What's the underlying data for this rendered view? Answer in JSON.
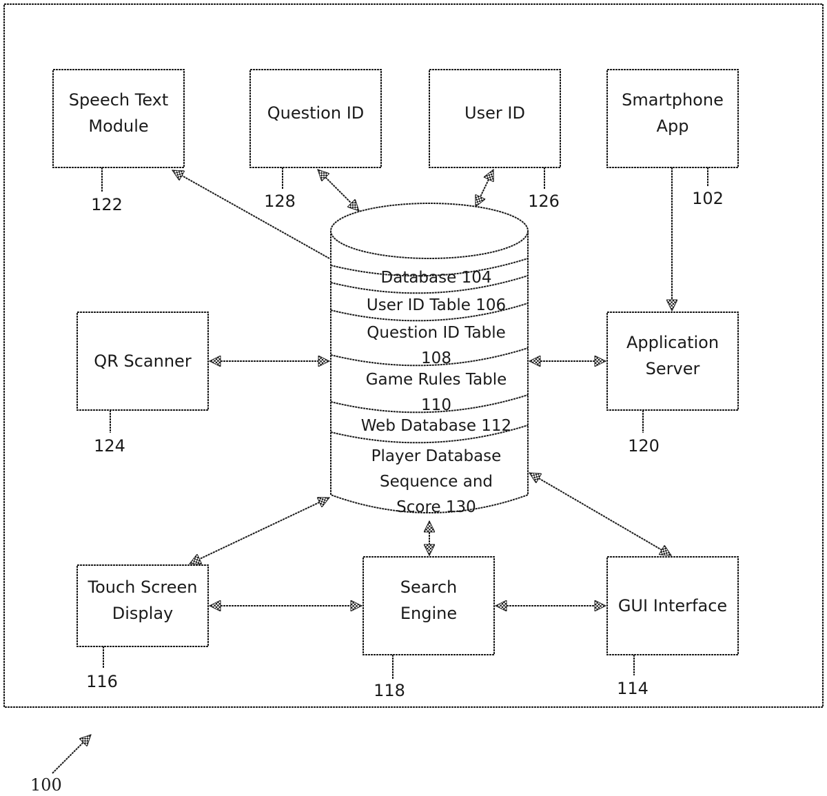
{
  "figure": {
    "reference": "100",
    "colors": {
      "stroke": "#1a1a1a",
      "background": "#ffffff"
    }
  },
  "database": {
    "ref": "104",
    "sections": [
      {
        "lines": [
          "Database 104"
        ]
      },
      {
        "lines": [
          "User ID Table  106"
        ]
      },
      {
        "lines": [
          "Question ID Table",
          "108"
        ]
      },
      {
        "lines": [
          "Game Rules Table",
          "110"
        ]
      },
      {
        "lines": [
          "Web Database 112"
        ]
      },
      {
        "lines": [
          "Player Database",
          "Sequence and",
          "Score 130"
        ]
      }
    ]
  },
  "boxes": [
    {
      "id": "speech",
      "lines": [
        "Speech Text",
        "Module"
      ],
      "ref": "122"
    },
    {
      "id": "question",
      "lines": [
        "Question ID"
      ],
      "ref": "128"
    },
    {
      "id": "user",
      "lines": [
        "User ID"
      ],
      "ref": "126"
    },
    {
      "id": "smartphone",
      "lines": [
        "Smartphone",
        "App"
      ],
      "ref": "102"
    },
    {
      "id": "qr",
      "lines": [
        "QR Scanner"
      ],
      "ref": "124"
    },
    {
      "id": "appserver",
      "lines": [
        "Application",
        "Server"
      ],
      "ref": "120"
    },
    {
      "id": "touch",
      "lines": [
        "Touch Screen",
        "Display"
      ],
      "ref": "116"
    },
    {
      "id": "search",
      "lines": [
        "Search",
        "Engine"
      ],
      "ref": "118"
    },
    {
      "id": "gui",
      "lines": [
        "GUI Interface"
      ],
      "ref": "114"
    }
  ],
  "connections": [
    {
      "from": "database",
      "to": "speech",
      "arrows": "end"
    },
    {
      "from": "question",
      "to": "database",
      "arrows": "both"
    },
    {
      "from": "user",
      "to": "database",
      "arrows": "both"
    },
    {
      "from": "smartphone",
      "to": "appserver",
      "arrows": "end"
    },
    {
      "from": "qr",
      "to": "database",
      "arrows": "both"
    },
    {
      "from": "database",
      "to": "appserver",
      "arrows": "both"
    },
    {
      "from": "database",
      "to": "touch",
      "arrows": "both"
    },
    {
      "from": "database",
      "to": "search",
      "arrows": "both"
    },
    {
      "from": "database",
      "to": "gui",
      "arrows": "both"
    },
    {
      "from": "touch",
      "to": "search",
      "arrows": "both"
    },
    {
      "from": "search",
      "to": "gui",
      "arrows": "both"
    }
  ]
}
